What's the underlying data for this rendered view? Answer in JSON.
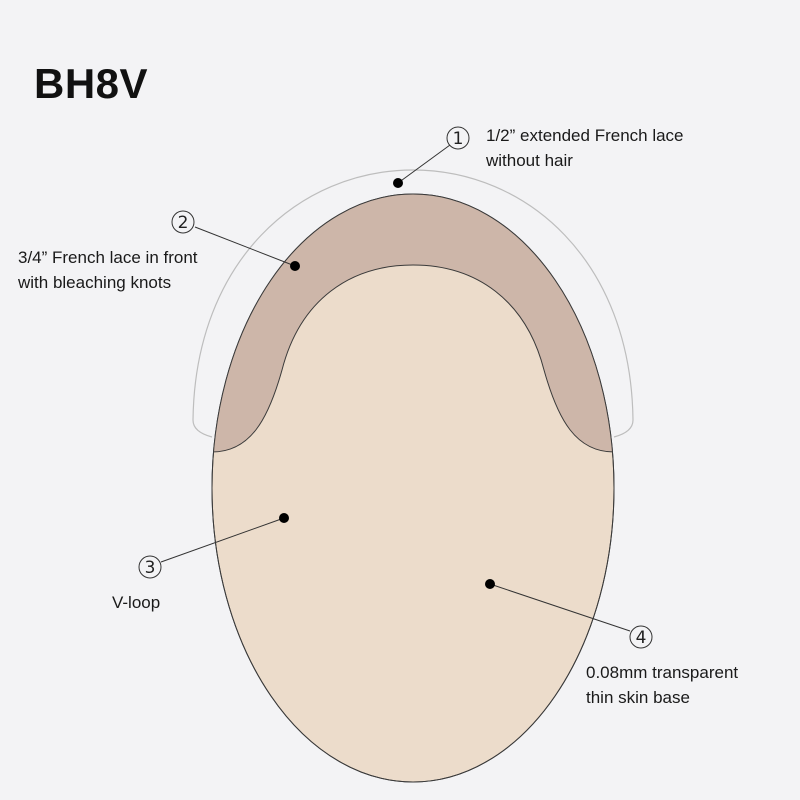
{
  "title": "BH8V",
  "callouts": [
    {
      "number": "1",
      "lines": [
        "1/2” extended French lace",
        "without hair"
      ]
    },
    {
      "number": "2",
      "lines": [
        "3/4” French lace in front",
        "with bleaching knots"
      ]
    },
    {
      "number": "3",
      "lines": [
        "V-loop"
      ]
    },
    {
      "number": "4",
      "lines": [
        "0.08mm transparent",
        "thin skin base"
      ]
    }
  ],
  "colors": {
    "background": "#f3f3f5",
    "base": "#ecdccb",
    "front_lace": "#cdb6a9",
    "outline": "#3a3a3a",
    "extended_lace_line": "#bdbdbd"
  }
}
